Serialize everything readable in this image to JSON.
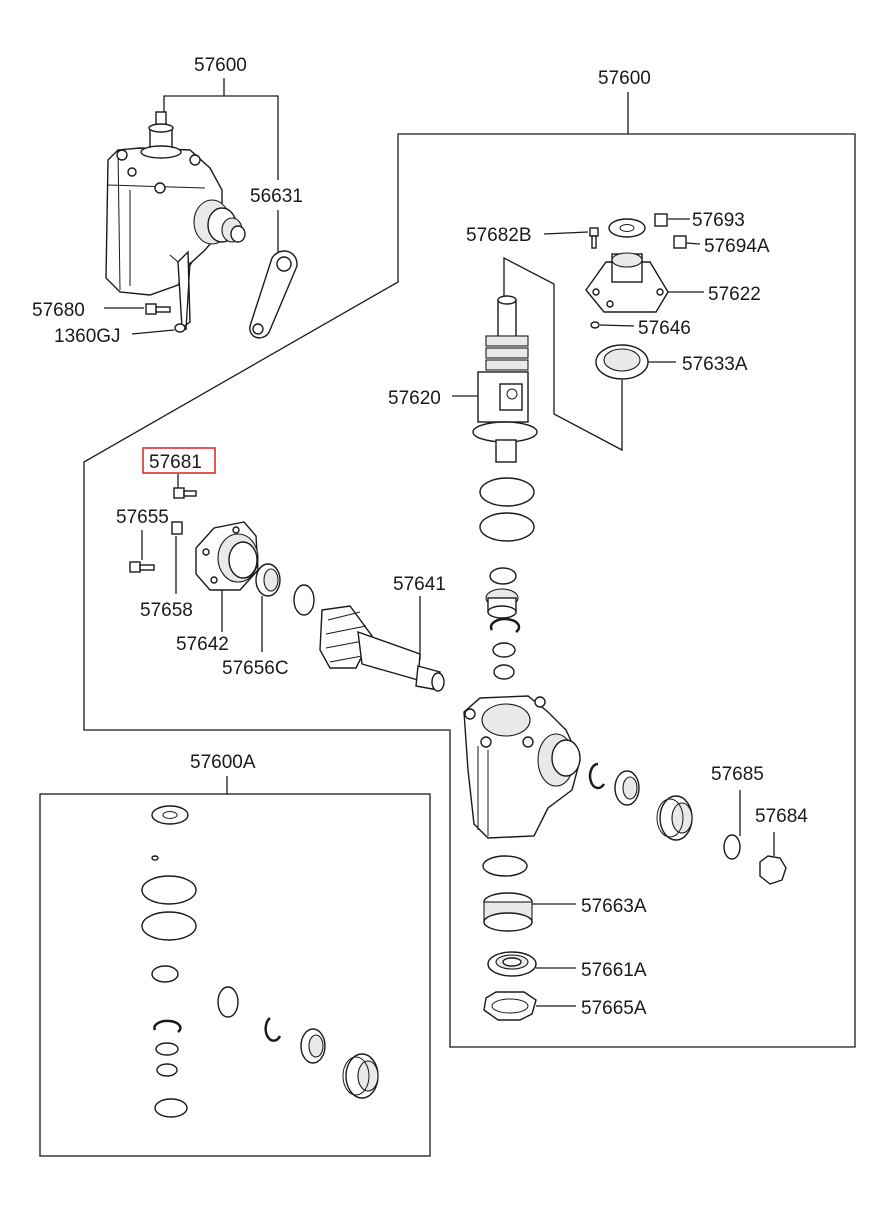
{
  "highlight_color": "#d9302c",
  "labels": {
    "top_left_assembly": "57600",
    "main_assembly": "57600",
    "pitman_arm": "56631",
    "mount_bolt": "57680",
    "lock_washer": "1360GJ",
    "cover_bolt": "57682B",
    "nut_a": "57693",
    "nut_b": "57694A",
    "side_cover": "57622",
    "o_ring_small": "57646",
    "oil_seal": "57633A",
    "rack_piston": "57620",
    "highlighted_bolt": "57681",
    "bolt_b": "57655",
    "lock_nut": "57658",
    "housing_end_cover": "57642",
    "seal_c": "57656C",
    "sector_shaft": "57641",
    "seal_kit": "57600A",
    "washer": "57685",
    "nut": "57684",
    "bearing_seal": "57663A",
    "bearing": "57661A",
    "snap_ring": "57665A"
  }
}
